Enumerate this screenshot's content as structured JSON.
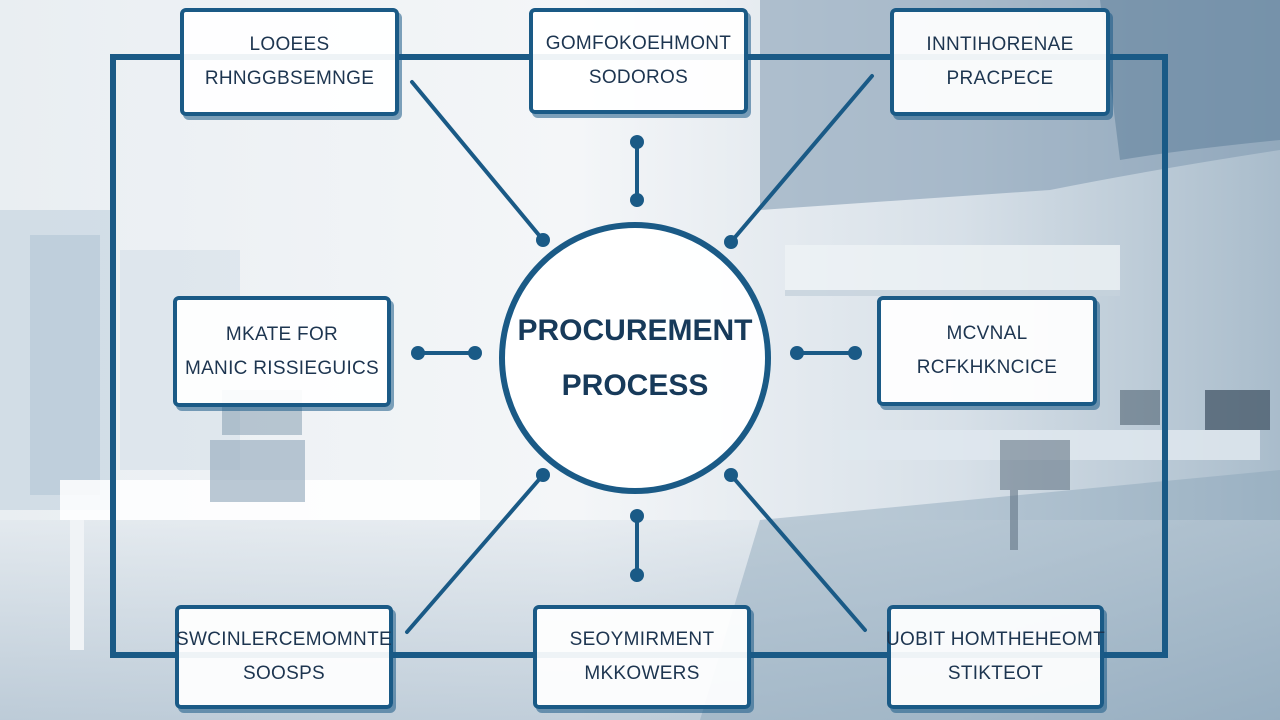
{
  "colors": {
    "accent": "#1a5a86",
    "text": "#1d3550",
    "box_fill": "#ffffff"
  },
  "center": {
    "line1": "PROCUREMENT",
    "line2": "PROCESS"
  },
  "nodes": [
    {
      "id": "top-left",
      "line1": "LOOEES",
      "line2": "RHNGGBSEMNGE"
    },
    {
      "id": "top-center",
      "line1": "GOMFOKOEHMONT",
      "line2": "SODOROS"
    },
    {
      "id": "top-right",
      "line1": "INNTIHORENAE",
      "line2": "PRACPECE"
    },
    {
      "id": "middle-left",
      "line1": "MKATE FOR",
      "line2": "MANIC RISSIEGUICS"
    },
    {
      "id": "middle-right",
      "line1": "MCVNAL",
      "line2": "RCFKHKNCICE"
    },
    {
      "id": "bottom-left",
      "line1": "SWCINLERCEMOMNTE",
      "line2": "SOOSPS"
    },
    {
      "id": "bottom-center",
      "line1": "SEOYMIRMENT",
      "line2": "MKKOWERS"
    },
    {
      "id": "bottom-right",
      "line1": "UOBIT HOMTHEHEOMT",
      "line2": "STIKTEOT"
    }
  ]
}
